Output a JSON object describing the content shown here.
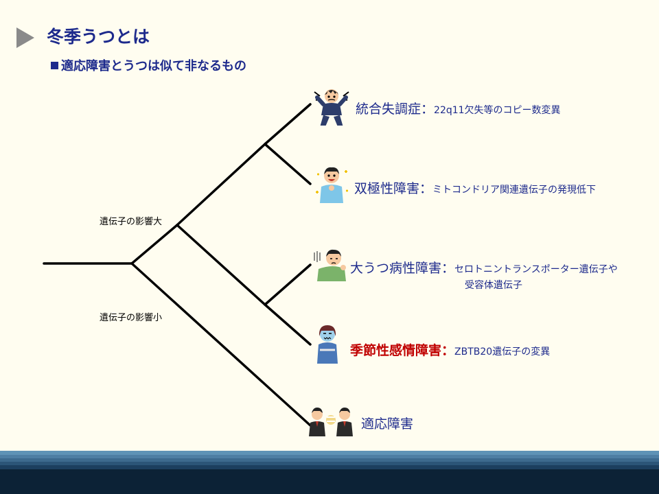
{
  "title": "冬季うつとは",
  "subtitle": "適応障害とうつは似て非なるもの",
  "branch_labels": {
    "high": "遺伝子の影響大",
    "low": "遺伝子の影響小"
  },
  "disorders": [
    {
      "name": "統合失調症",
      "sep": "：",
      "gene": "22q11欠失等のコピー数変異",
      "icon": "stressed-person-icon"
    },
    {
      "name": "双極性障害",
      "sep": "：",
      "gene": "ミトコンドリア関連遺伝子の発現低下",
      "icon": "excited-person-icon"
    },
    {
      "name": "大うつ病性障害",
      "sep": "：",
      "gene": "セロトニントランスポーター遺伝子や",
      "gene_line2": "受容体遺伝子",
      "icon": "depressed-person-icon"
    },
    {
      "name": "季節性感情障害",
      "sep": "：",
      "gene": "ZBTB20遺伝子の変異",
      "icon": "cold-person-icon"
    },
    {
      "name": "適応障害",
      "icon": "office-workers-icon"
    }
  ],
  "colors": {
    "title": "#1d2a8c",
    "highlight": "#c00000",
    "background": "#fffdf0",
    "footer_dark": "#0c2236",
    "footer_light": "#5f93b6"
  }
}
